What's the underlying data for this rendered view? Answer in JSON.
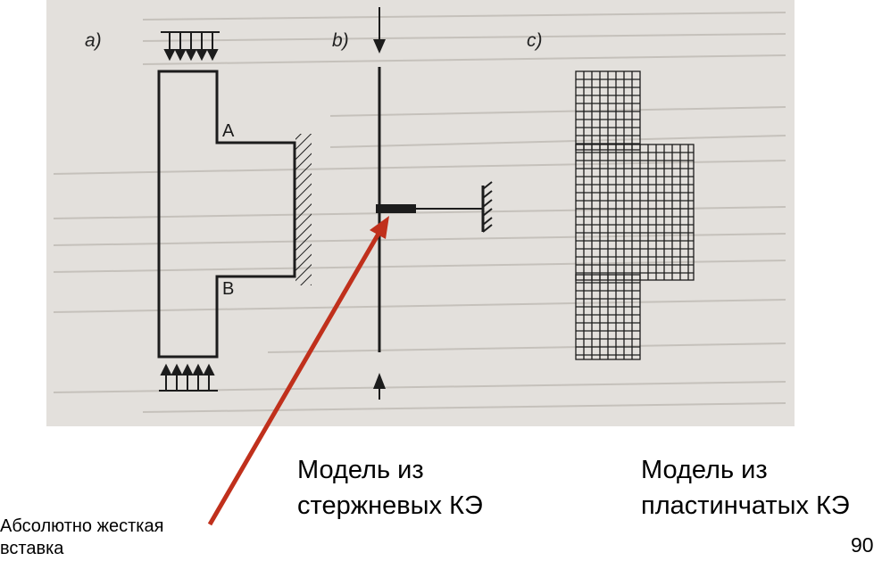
{
  "figure": {
    "panels": [
      {
        "id": "a",
        "label": "a)"
      },
      {
        "id": "b",
        "label": "b)"
      },
      {
        "id": "c",
        "label": "c)"
      }
    ],
    "points": {
      "A": "A",
      "B": "B"
    }
  },
  "captions": {
    "rod_model": [
      "Модель из",
      "стержневых КЭ"
    ],
    "plate_model": [
      "Модель из",
      "пластинчатых КЭ"
    ]
  },
  "annotation": {
    "rigid_insert": [
      "Абсолютно жесткая",
      "вставка"
    ]
  },
  "page_number": "90",
  "colors": {
    "pointer_arrow": "#c0301c",
    "ink": "#1c1c1c",
    "scan_background": "#e3e0dc"
  },
  "icons": [
    "hatched-wall-support",
    "force-arrow",
    "fixed-support"
  ]
}
